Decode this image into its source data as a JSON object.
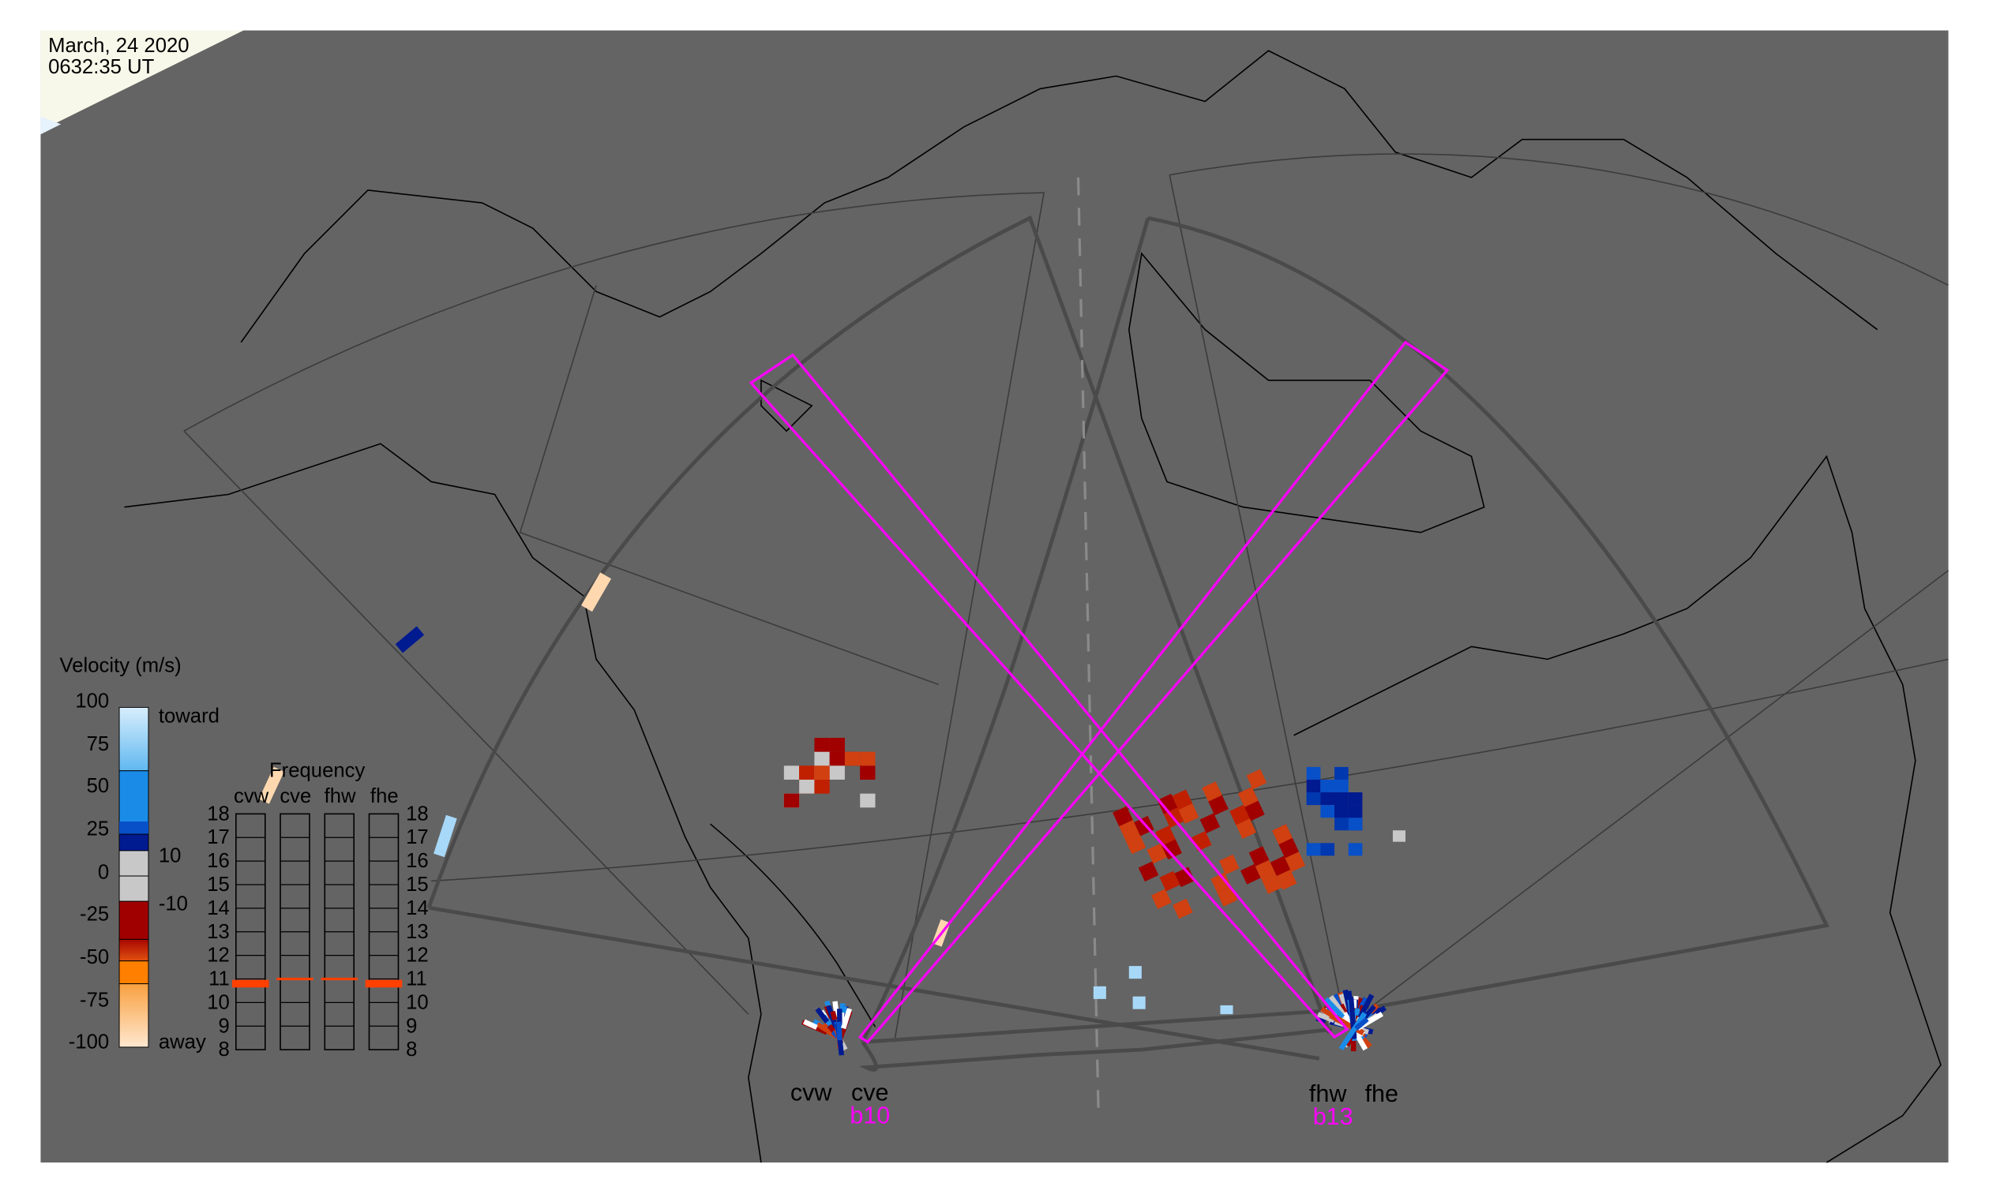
{
  "header": {
    "date": "March, 24 2020",
    "time": "0632:35 UT"
  },
  "legend": {
    "title": "Velocity (m/s)",
    "ticks": [
      "100",
      "75",
      "50",
      "25",
      "0",
      "-25",
      "-50",
      "-75",
      "-100"
    ],
    "toward_label": "toward",
    "away_label": "away",
    "upper_threshold": "10",
    "lower_threshold": "-10",
    "colors": {
      "toward_light": "#a8d8f8",
      "toward_mid": "#1a8ce8",
      "toward_deep": "#0850c8",
      "toward_dark": "#001a90",
      "ground": "#c8c8c8",
      "away_dark": "#a00000",
      "away_mid": "#d04010",
      "away_orange": "#ff8000",
      "away_light": "#ffd8b0"
    }
  },
  "frequency": {
    "title": "Frequency",
    "radars": [
      "cvw",
      "cve",
      "fhw",
      "fhe"
    ],
    "axis_labels": [
      "18",
      "17",
      "16",
      "15",
      "14",
      "13",
      "12",
      "11",
      "10",
      "9",
      "8"
    ],
    "values_mhz": {
      "cvw": 10.8,
      "cve": 11.0,
      "fhw": 11.0,
      "fhe": 10.8
    },
    "marker_color": "#ff4000"
  },
  "sites": {
    "christmas_valley": {
      "west": "cvw",
      "east": "cve",
      "beam": "b10"
    },
    "fort_hays": {
      "west": "fhw",
      "east": "fhe",
      "beam": "b13"
    }
  },
  "colors": {
    "map_bg": "#646464",
    "beam": "#ff00ff",
    "fov": "#4a4a4a"
  }
}
